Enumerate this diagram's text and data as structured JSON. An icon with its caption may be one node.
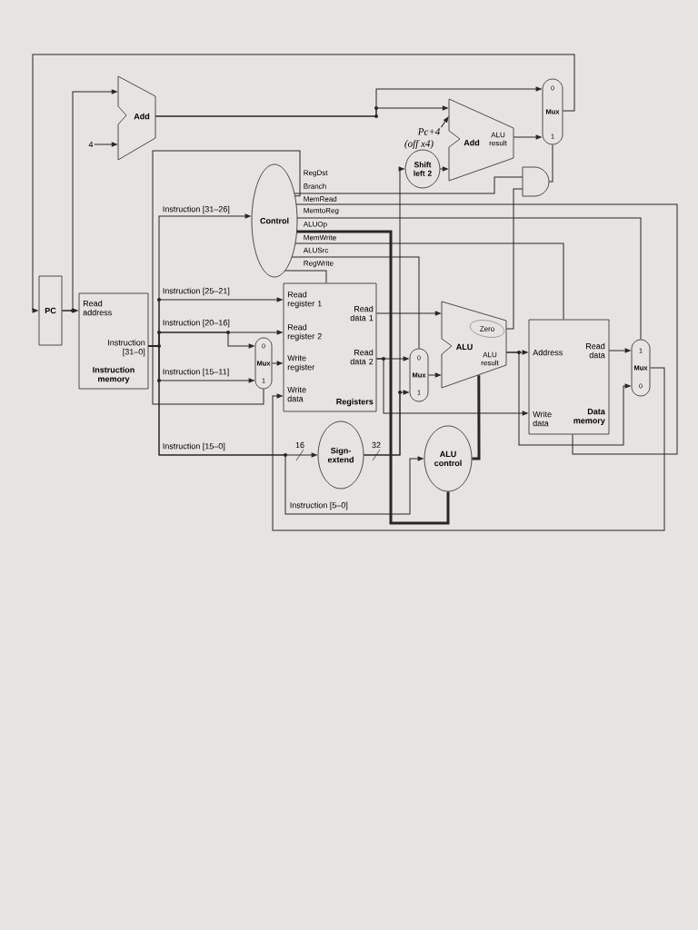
{
  "diagram": {
    "nodes": [
      {
        "text": [
          "PC"
        ]
      },
      {
        "text": [
          "Read address",
          "Instruction [31–0]",
          "Instruction memory"
        ]
      },
      {
        "text": [
          "Add"
        ]
      },
      {
        "text": [
          "4"
        ]
      },
      {
        "text": [
          "Control"
        ]
      },
      {
        "text": [
          "Read register 1",
          "Read register 2",
          "Write register",
          "Write data",
          "Read data 1",
          "Read data 2",
          "Registers"
        ]
      },
      {
        "text": [
          "0",
          "Mux",
          "1"
        ]
      },
      {
        "text": [
          "Sign-extend"
        ]
      },
      {
        "text": [
          "ALU control"
        ]
      },
      {
        "text": [
          "0",
          "Mux",
          "1"
        ]
      },
      {
        "text": [
          "ALU",
          "Zero",
          "ALU result"
        ]
      },
      {
        "text": [
          "Shift left 2"
        ]
      },
      {
        "text": [
          "Add",
          "ALU result"
        ]
      },
      {
        "text": [],
        "shape": "gate"
      },
      {
        "text": [
          "0",
          "Mux",
          "1"
        ]
      },
      {
        "text": [
          "Address",
          "Read data",
          "Write data",
          "Data memory"
        ]
      },
      {
        "text": [
          "1",
          "Mux",
          "0"
        ]
      },
      {
        "text": [
          "Pc+4"
        ]
      }
    ],
    "edges": [
      {
        "from": 0,
        "to": 1,
        "arrow": "to"
      },
      {
        "from": 0,
        "to": 2,
        "arrow": "to"
      },
      {
        "from": 3,
        "to": 2,
        "arrow": "to"
      },
      {
        "from": 2,
        "to": 14,
        "arrow": "to"
      },
      {
        "from": 2,
        "to": 12,
        "arrow": "to"
      },
      {
        "from": 14,
        "to": 0,
        "arrow": "to"
      },
      {
        "from": 1,
        "to": 4,
        "arrow": "to",
        "label": "Instruction [31–26]"
      },
      {
        "from": 1,
        "to": 5,
        "arrow": "to",
        "label": "Instruction [25–21]"
      },
      {
        "from": 1,
        "to": 5,
        "arrow": "to",
        "label": "Instruction [20–16]"
      },
      {
        "from": 1,
        "to": 6,
        "arrow": "to"
      },
      {
        "from": 1,
        "to": 6,
        "arrow": "to",
        "label": "Instruction [15–11]"
      },
      {
        "from": 1,
        "to": 7,
        "arrow": "to",
        "label": "Instruction [15–0]"
      },
      {
        "from": 1,
        "to": 8,
        "arrow": "to",
        "label": "Instruction [5–0]"
      },
      {
        "from": 6,
        "to": 5,
        "arrow": "to"
      },
      {
        "from": 5,
        "to": 10,
        "arrow": "to"
      },
      {
        "from": 5,
        "to": 9,
        "arrow": "to"
      },
      {
        "from": 5,
        "to": 15,
        "arrow": "to"
      },
      {
        "from": 7,
        "to": 9,
        "arrow": "to"
      },
      {
        "from": 7,
        "to": 11,
        "arrow": "to"
      },
      {
        "from": 11,
        "to": 12,
        "arrow": "to"
      },
      {
        "from": 12,
        "to": 14,
        "arrow": "to"
      },
      {
        "from": 9,
        "to": 10,
        "arrow": "to"
      },
      {
        "from": 10,
        "to": 15,
        "arrow": "to"
      },
      {
        "from": 10,
        "to": 16,
        "arrow": "to"
      },
      {
        "from": 10,
        "to": 13,
        "arrow": "none"
      },
      {
        "from": 13,
        "to": 14,
        "arrow": "none"
      },
      {
        "from": 15,
        "to": 16,
        "arrow": "to"
      },
      {
        "from": 16,
        "to": 5,
        "arrow": "to"
      },
      {
        "from": 8,
        "to": 10,
        "arrow": "none",
        "style": "thick"
      },
      {
        "from": 4,
        "to": 6,
        "arrow": "none",
        "label": "RegDst"
      },
      {
        "from": 4,
        "to": 13,
        "arrow": "none",
        "label": "Branch"
      },
      {
        "from": 4,
        "to": 15,
        "arrow": "none",
        "label": "MemRead"
      },
      {
        "from": 4,
        "to": 16,
        "arrow": "none",
        "label": "MemtoReg"
      },
      {
        "from": 4,
        "to": 8,
        "arrow": "none",
        "label": "ALUOp",
        "style": "thick"
      },
      {
        "from": 4,
        "to": 15,
        "arrow": "none",
        "label": "MemWrite"
      },
      {
        "from": 4,
        "to": 9,
        "arrow": "none",
        "label": "ALUSrc"
      },
      {
        "from": 4,
        "to": 5,
        "arrow": "none",
        "label": "RegWrite"
      },
      {
        "from": 17,
        "to": 12,
        "arrow": "to"
      }
    ],
    "labels": [
      "(off x4)",
      "16",
      "32"
    ]
  }
}
